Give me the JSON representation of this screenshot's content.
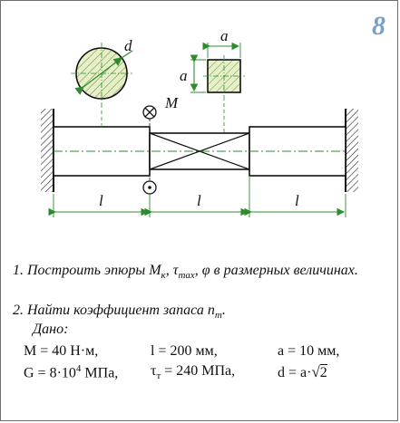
{
  "problem_number": "8",
  "labels": {
    "d": "d",
    "a_top": "a",
    "a_side": "a",
    "M": "M",
    "l1": "l",
    "l2": "l",
    "l3": "l"
  },
  "tasks": {
    "t1": "1. Построить эпюры M",
    "t1_sub": "к",
    "t1_c1": ", τ",
    "t1_sub2": "max",
    "t1_end": ", φ в размерных величинах.",
    "t2": "2. Найти коэффициент запаса n",
    "t2_sub": "т",
    "t2_end": "."
  },
  "given": {
    "header": "Дано:",
    "M": "M = 40 Н·м,",
    "l": "l = 200 мм,",
    "a": "a = 10 мм,",
    "G_pre": "G = 8·10",
    "G_exp": "4",
    "G_post": " МПа,",
    "tau_pre": "τ",
    "tau_sub": "т",
    "tau_post": " = 240 МПа,",
    "d_pre": "d = a·",
    "d_root": "2"
  },
  "colors": {
    "line": "#111111",
    "green": "#2e8b2e",
    "hatch_bg": "#e6f0c8",
    "hatch": "#6f8a3a",
    "num": "#7aa0c8"
  }
}
